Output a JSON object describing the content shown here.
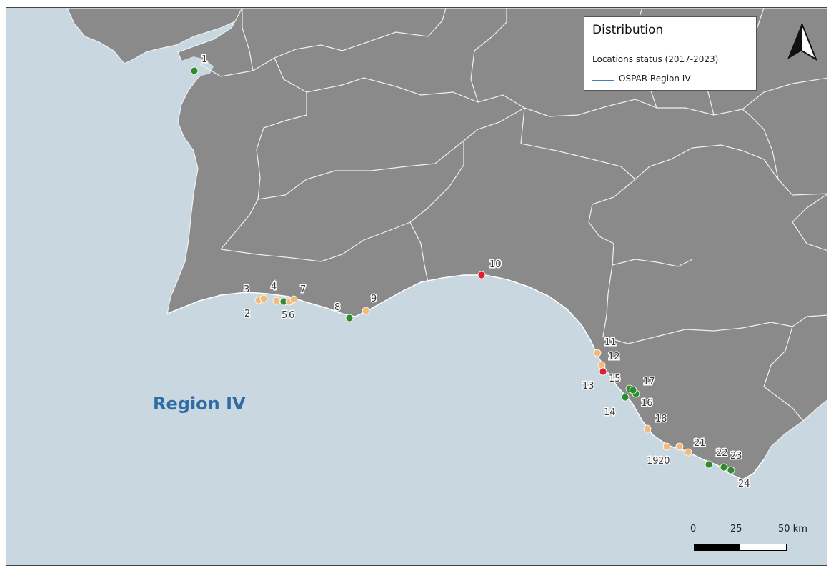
{
  "legend": {
    "title": "Distribution",
    "subtitle": "Locations status (2017-2023)",
    "line_label": "OSPAR Region IV",
    "line_color": "#4a7fb5"
  },
  "region_label": "Region IV",
  "scale": {
    "ticks": [
      "0",
      "25",
      "50 km"
    ]
  },
  "icons": {
    "north_arrow": "north-arrow-icon"
  },
  "colors": {
    "sea": "#c9d8e0",
    "land": "#8a8a8a",
    "border": "#e6e6e6",
    "status_green": "#2e8b2e",
    "status_orange": "#f5b97a",
    "status_red": "#e0202a"
  },
  "locations": [
    {
      "id": "1",
      "status": "green"
    },
    {
      "id": "2",
      "status": "orange"
    },
    {
      "id": "3",
      "status": "orange"
    },
    {
      "id": "4",
      "status": "orange"
    },
    {
      "id": "5",
      "status": "green"
    },
    {
      "id": "6",
      "status": "orange"
    },
    {
      "id": "7",
      "status": "orange"
    },
    {
      "id": "8",
      "status": "green"
    },
    {
      "id": "9",
      "status": "orange"
    },
    {
      "id": "10",
      "status": "red"
    },
    {
      "id": "11",
      "status": "orange"
    },
    {
      "id": "12",
      "status": "orange"
    },
    {
      "id": "13",
      "status": "red"
    },
    {
      "id": "14",
      "status": "green"
    },
    {
      "id": "15",
      "status": "green"
    },
    {
      "id": "16",
      "status": "green"
    },
    {
      "id": "17",
      "status": "green"
    },
    {
      "id": "18",
      "status": "orange"
    },
    {
      "id": "19",
      "status": "orange"
    },
    {
      "id": "20",
      "status": "orange"
    },
    {
      "id": "21",
      "status": "orange"
    },
    {
      "id": "22",
      "status": "green"
    },
    {
      "id": "23",
      "status": "green"
    },
    {
      "id": "24",
      "status": "green"
    }
  ]
}
